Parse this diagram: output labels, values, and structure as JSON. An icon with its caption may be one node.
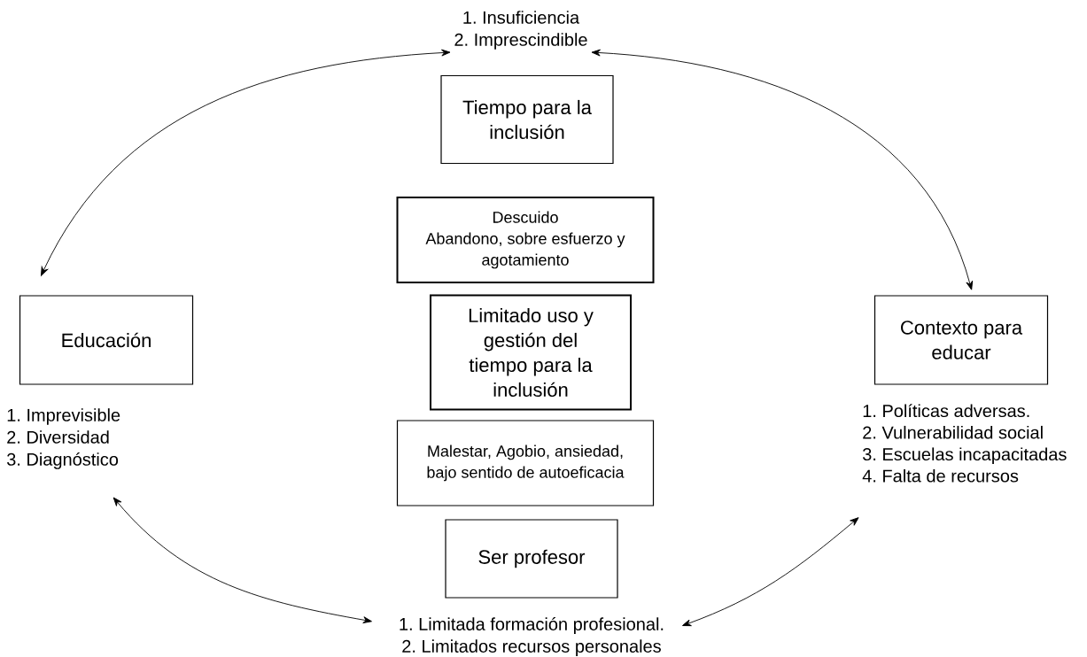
{
  "diagram": {
    "nodes": [
      {
        "text": [
          "1. Insuficiencia",
          "2. Imprescindible"
        ]
      },
      {
        "text": [
          "Tiempo para la inclusión"
        ]
      },
      {
        "text": [
          "Descuido",
          "Abandono, sobre esfuerzo y agotamiento"
        ]
      },
      {
        "text": [
          "Limitado uso y gestión del tiempo para la inclusión"
        ]
      },
      {
        "text": [
          "Malestar, Agobio, ansiedad, bajo sentido de autoeficacia"
        ]
      },
      {
        "text": [
          "Ser profesor"
        ]
      },
      {
        "text": [
          "1. Limitada formación profesional.",
          "2. Limitados recursos personales"
        ]
      },
      {
        "text": [
          "Educación"
        ]
      },
      {
        "text": [
          "1. Imprevisible",
          "2. Diversidad",
          "3. Diagnóstico"
        ]
      },
      {
        "text": [
          "Contexto para educar"
        ]
      },
      {
        "text": [
          "1. Políticas adversas.",
          "2. Vulnerabilidad social",
          "3. Escuelas incapacitadas",
          "4. Falta de recursos"
        ]
      }
    ],
    "edges": [
      {
        "from": 0,
        "to": 7,
        "arrow": "both"
      },
      {
        "from": 0,
        "to": 9,
        "arrow": "both"
      },
      {
        "from": 8,
        "to": 6,
        "arrow": "both"
      },
      {
        "from": 6,
        "to": 10,
        "arrow": "both"
      }
    ]
  }
}
